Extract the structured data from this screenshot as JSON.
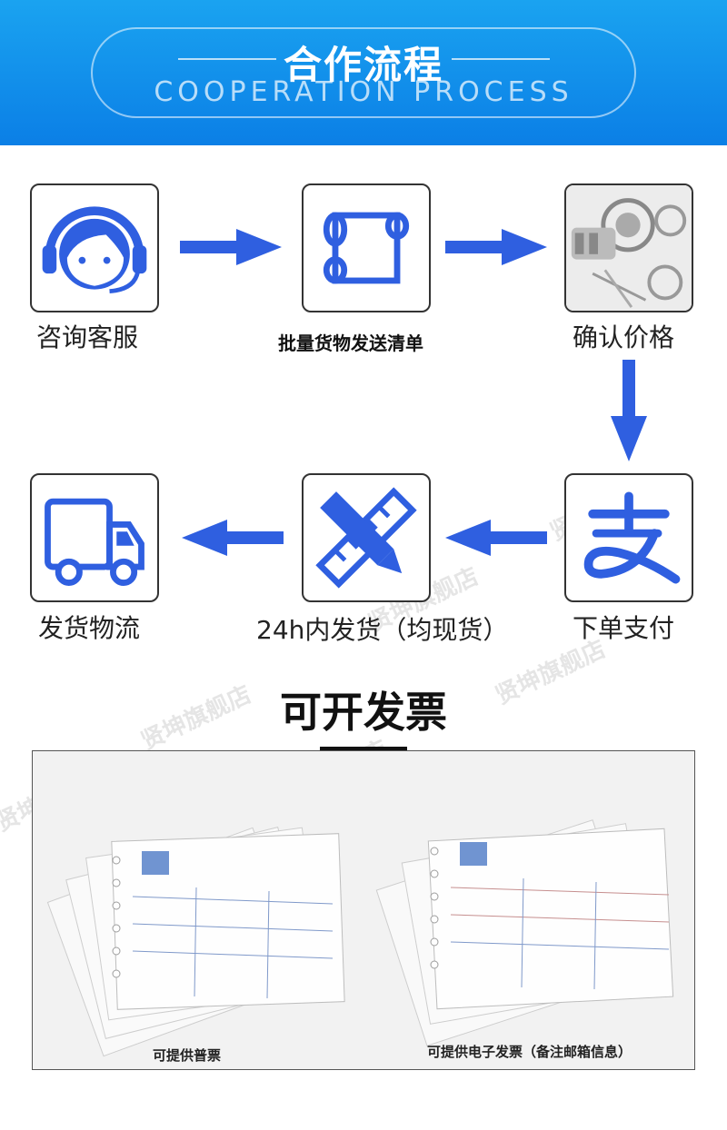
{
  "header": {
    "title": "合作流程",
    "subtitle": "COOPERATION PROCESS"
  },
  "steps": [
    {
      "label": "咨询客服",
      "icon": "customer-service-headset-icon"
    },
    {
      "label": "批量货物发送清单",
      "icon": "scroll-list-icon"
    },
    {
      "label": "确认价格",
      "icon": "machine-parts-icon"
    },
    {
      "label": "下单支付",
      "icon": "alipay-icon"
    },
    {
      "label": "24h内发货（均现货）",
      "icon": "pencil-ruler-icon"
    },
    {
      "label": "发货物流",
      "icon": "delivery-truck-icon"
    }
  ],
  "invoice": {
    "title": "可开发票",
    "left_caption": "可提供普票",
    "right_caption": "可提供电子发票（备注邮箱信息）"
  },
  "watermark": "贤坤旗舰店",
  "colors": {
    "accent": "#2f5fe0",
    "banner_top": "#1aa3f0",
    "banner_bottom": "#0b7fe6"
  }
}
